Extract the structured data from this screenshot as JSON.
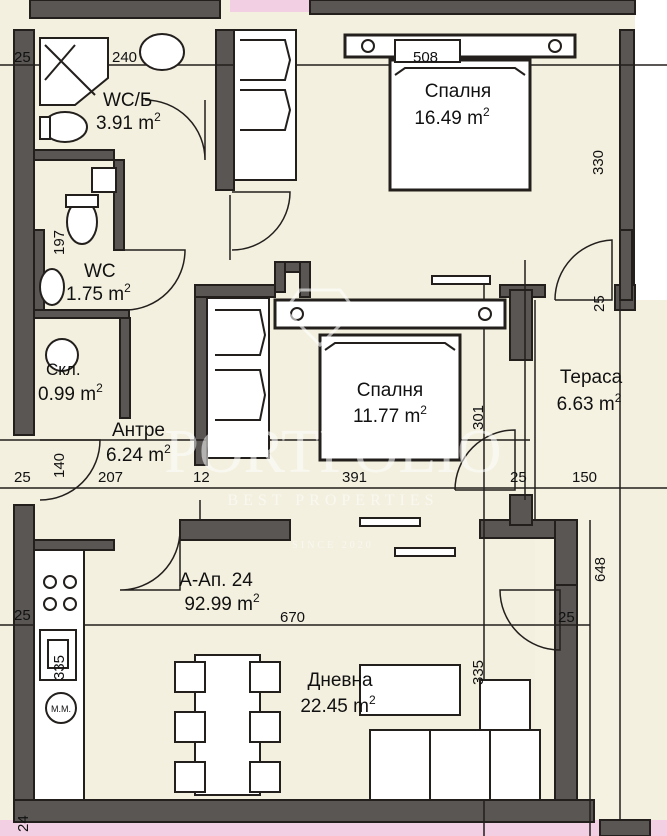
{
  "rooms": {
    "bedroom1": {
      "name": "Спалня",
      "area": "16.49 m",
      "sup": "2"
    },
    "bath": {
      "name": "WC/Б",
      "area": "3.91 m",
      "sup": "2"
    },
    "wc": {
      "name": "WC",
      "area": "1.75 m",
      "sup": "2"
    },
    "storage": {
      "name": "Скл.",
      "area": "0.99 m",
      "sup": "2"
    },
    "bedroom2": {
      "name": "Спалня",
      "area": "11.77 m",
      "sup": "2"
    },
    "terrace": {
      "name": "Тераса",
      "area": "6.63 m",
      "sup": "2"
    },
    "hall": {
      "name": "Антре",
      "area": "6.24 m",
      "sup": "2"
    },
    "apartment": {
      "name": "А-Ап. 24",
      "area": "92.99 m",
      "sup": "2"
    },
    "living": {
      "name": "Дневна",
      "area": "22.45 m",
      "sup": "2"
    }
  },
  "dimensions": {
    "d240": "240",
    "d508": "508",
    "d330": "330",
    "d197": "197",
    "d25a": "25",
    "d25b": "25",
    "d25c": "25",
    "d25d": "25",
    "d25e": "25",
    "d25f": "25",
    "d140": "140",
    "d207": "207",
    "d12": "12",
    "d391": "391",
    "d150": "150",
    "d301": "301",
    "d648": "648",
    "d670": "670",
    "d335a": "335",
    "d335b": "335",
    "d24": "24"
  },
  "appliances": {
    "washer": "M.M."
  },
  "watermark": {
    "brand": "PORTFOLIO",
    "tagline": "BEST PROPERTIES",
    "since": "SINCE 2020"
  },
  "colors": {
    "floor": "#f3f0df",
    "wall": "#595654",
    "wall_dark": "#231f1d",
    "neighbor": "#f2cfe3"
  }
}
